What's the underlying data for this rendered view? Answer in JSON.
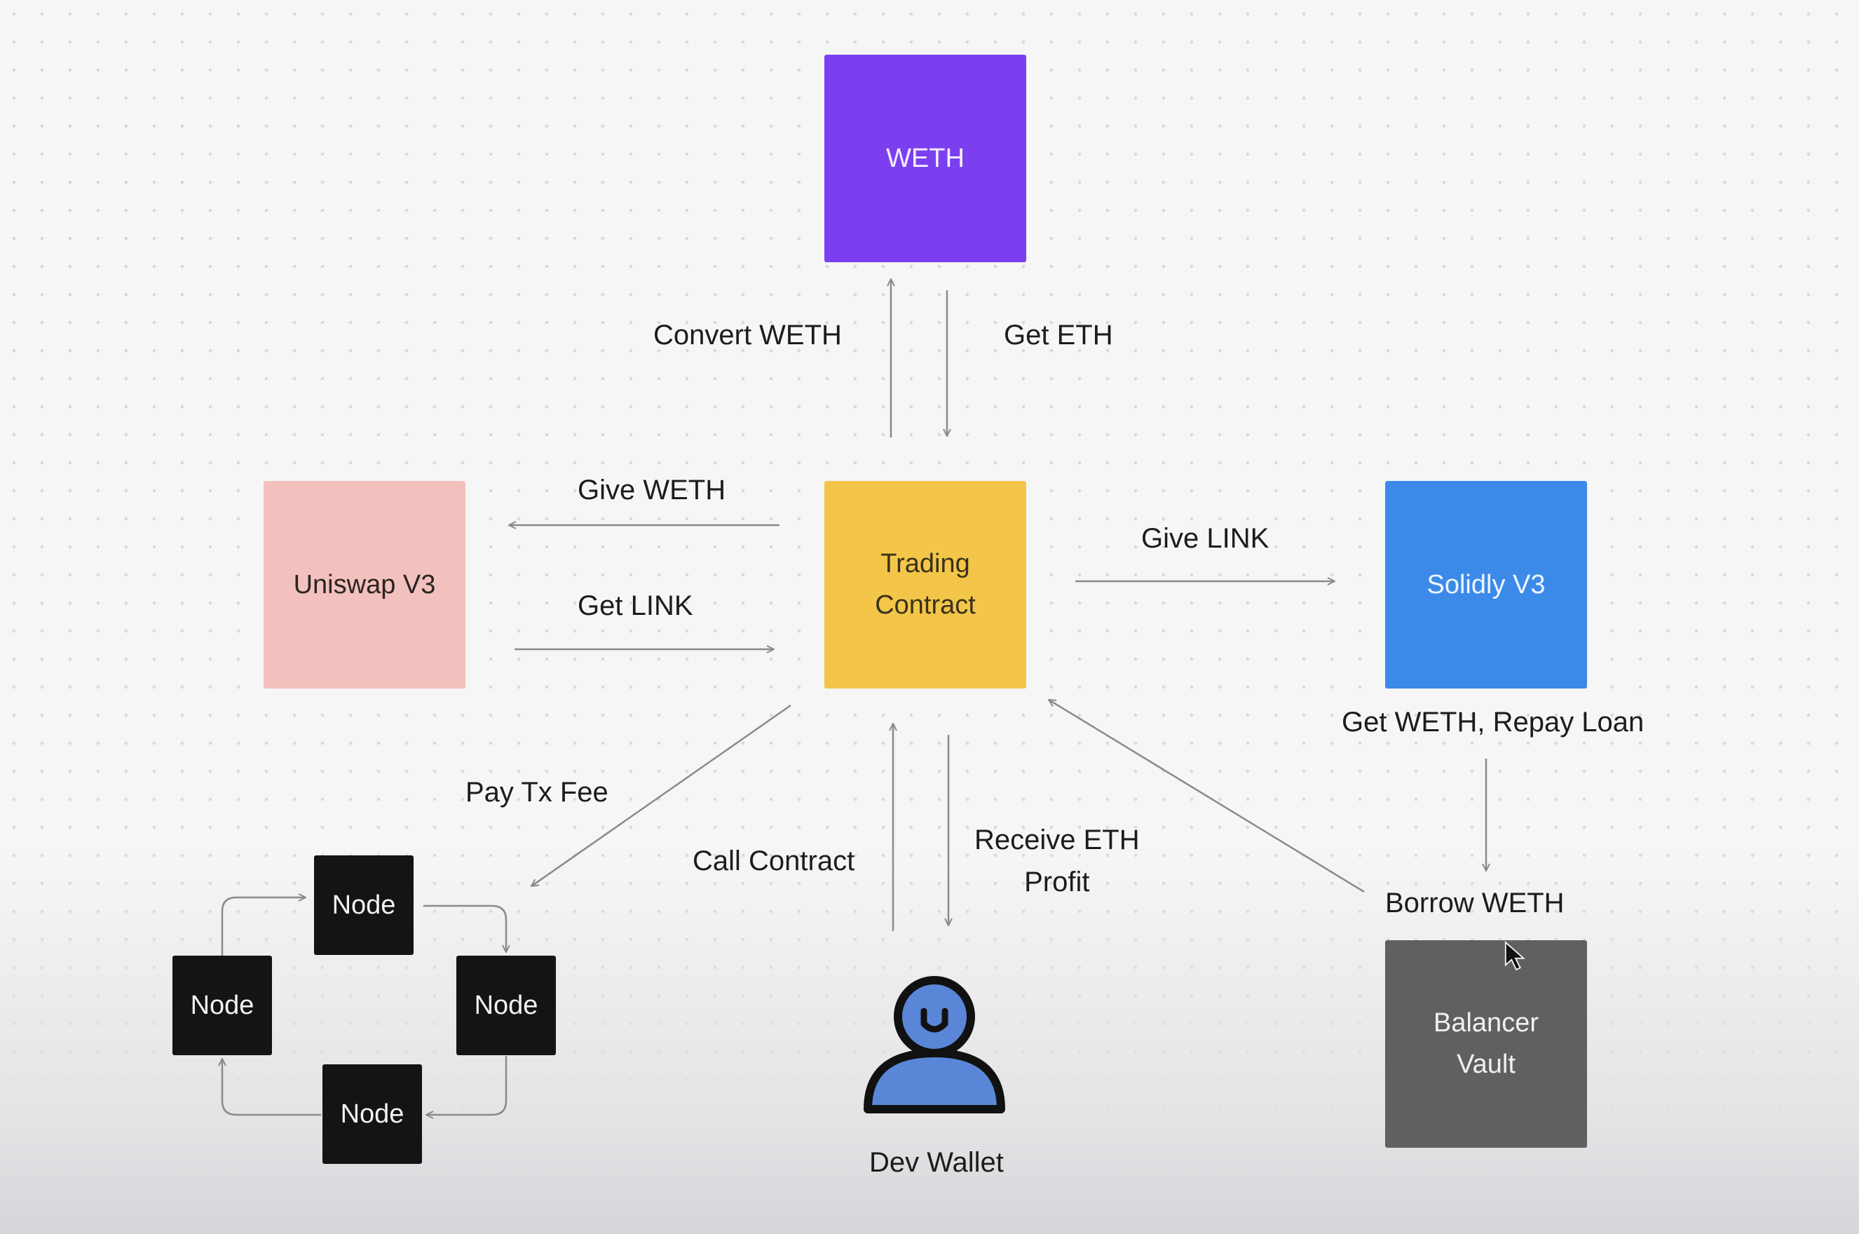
{
  "colors": {
    "weth": "#7c3ff0",
    "trading": "#f3c64a",
    "uniswap": "#f3c1bd",
    "solidly": "#3b8ae8",
    "balancer": "#606060",
    "node": "#141414",
    "wallet_fill": "#5a86d8",
    "edge": "#8a8a8a"
  },
  "boxes": {
    "weth": "WETH",
    "trading": "Trading\nContract",
    "uniswap": "Uniswap V3",
    "solidly": "Solidly V3",
    "balancer": "Balancer\nVault"
  },
  "edges": {
    "convert_weth": "Convert WETH",
    "get_eth": "Get ETH",
    "give_weth": "Give WETH",
    "get_link": "Get LINK",
    "give_link": "Give LINK",
    "get_weth_repay": "Get WETH, Repay Loan",
    "pay_tx_fee": "Pay Tx Fee",
    "call_contract": "Call Contract",
    "receive_profit": "Receive ETH\nProfit",
    "borrow_weth": "Borrow WETH"
  },
  "nodes": [
    "Node",
    "Node",
    "Node",
    "Node"
  ],
  "wallet": {
    "label": "Dev Wallet",
    "icon": "user-icon"
  },
  "cursor": {
    "icon": "mouse-pointer-icon"
  }
}
